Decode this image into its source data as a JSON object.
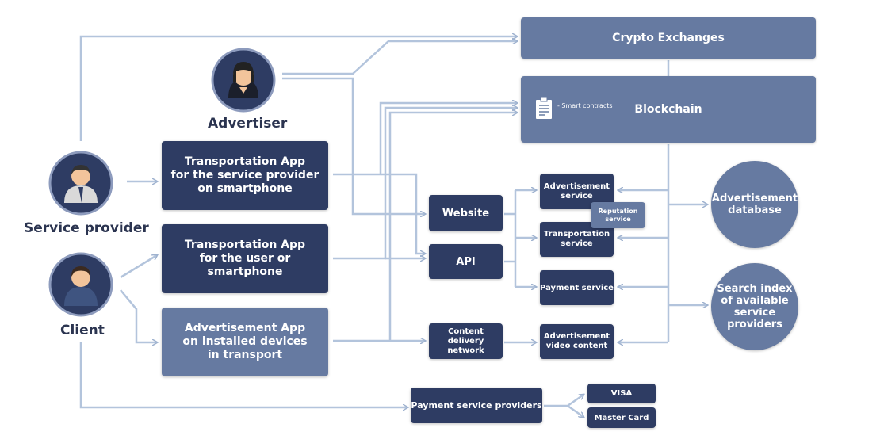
{
  "actors": {
    "advertiser": "Advertiser",
    "service_provider": "Service provider",
    "client": "Client"
  },
  "apps": {
    "provider_app": "Transportation App\nfor the service provider\non smartphone",
    "user_app": "Transportation App\nfor the user or smartphone",
    "ad_app": "Advertisement App\non installed devices\nin transport"
  },
  "backend": {
    "crypto_exchanges": "Crypto Exchanges",
    "blockchain": "Blockchain",
    "smart_contracts": "- Smart contracts",
    "website": "Website",
    "api": "API",
    "cdn": "Content delivery\nnetwork",
    "ad_service": "Advertisement\nservice",
    "reputation_service": "Reputation\nservice",
    "transport_service": "Transportation\nservice",
    "payment_service": "Payment service",
    "ad_video": "Advertisement\nvideo content",
    "ad_database": "Advertisement\ndatabase",
    "search_index": "Search index\nof available\nservice\nproviders",
    "payment_providers": "Payment service providers",
    "visa": "VISA",
    "mastercard": "Master Card"
  },
  "icons": {
    "actor": "person-avatar-icon",
    "contract": "document-icon"
  },
  "colors": {
    "dark_box": "#2e3c63",
    "mid_box": "#4a5b84",
    "light_box": "#667aa1",
    "wire": "#b3c4dc"
  }
}
